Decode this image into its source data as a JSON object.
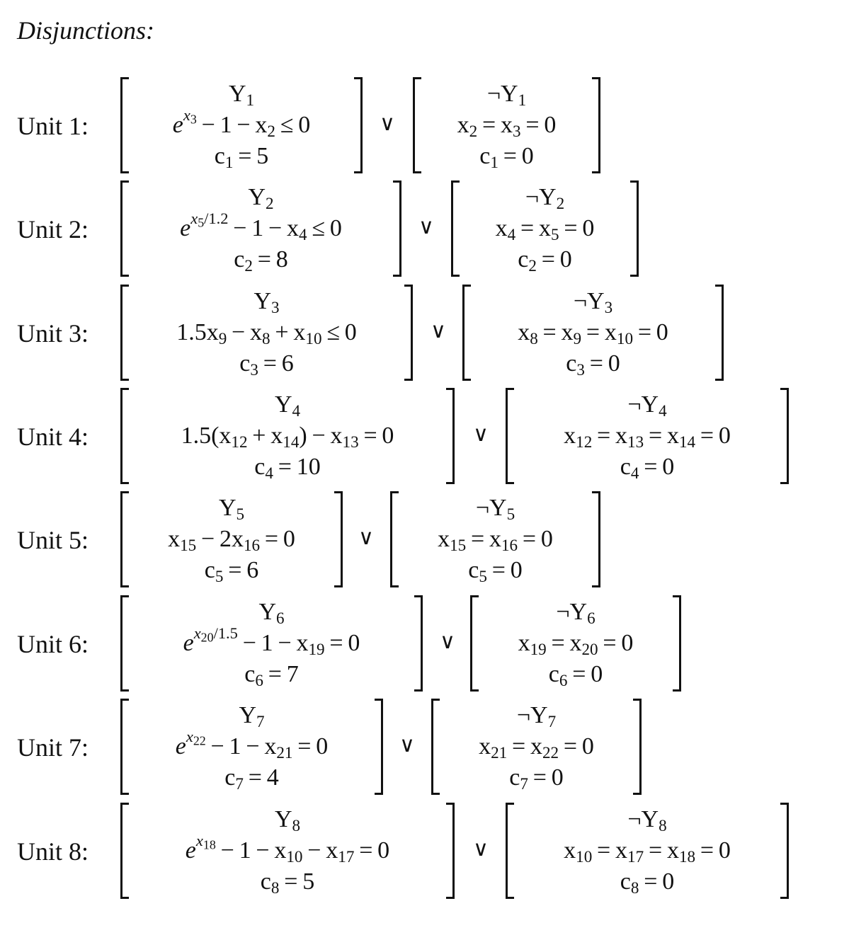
{
  "title": "Disjunctions:",
  "units": [
    {
      "label": "Unit 1:",
      "true_branch": {
        "indicator": "Y1",
        "constraint": "e^{x3} − 1 − x2 ≤ 0",
        "cost": "c1 = 5"
      },
      "false_branch": {
        "indicator": "¬Y1",
        "constraint": "x2 = x3 = 0",
        "cost": "c1 = 0"
      },
      "operator": "∨"
    },
    {
      "label": "Unit 2:",
      "true_branch": {
        "indicator": "Y2",
        "constraint": "e^{x5/1.2} − 1 − x4 ≤ 0",
        "cost": "c2 = 8"
      },
      "false_branch": {
        "indicator": "¬Y2",
        "constraint": "x4 = x5 = 0",
        "cost": "c2 = 0"
      },
      "operator": "∨"
    },
    {
      "label": "Unit 3:",
      "true_branch": {
        "indicator": "Y3",
        "constraint": "1.5x9 − x8 + x10 ≤ 0",
        "cost": "c3 = 6"
      },
      "false_branch": {
        "indicator": "¬Y3",
        "constraint": "x8 = x9 = x10 = 0",
        "cost": "c3 = 0"
      },
      "operator": "∨"
    },
    {
      "label": "Unit 4:",
      "true_branch": {
        "indicator": "Y4",
        "constraint": "1.5(x12 + x14) − x13 = 0",
        "cost": "c4 = 10"
      },
      "false_branch": {
        "indicator": "¬Y4",
        "constraint": "x12 = x13 = x14 = 0",
        "cost": "c4 = 0"
      },
      "operator": "∨"
    },
    {
      "label": "Unit 5:",
      "true_branch": {
        "indicator": "Y5",
        "constraint": "x15 − 2x16 = 0",
        "cost": "c5 = 6"
      },
      "false_branch": {
        "indicator": "¬Y5",
        "constraint": "x15 = x16 = 0",
        "cost": "c5 = 0"
      },
      "operator": "∨"
    },
    {
      "label": "Unit 6:",
      "true_branch": {
        "indicator": "Y6",
        "constraint": "e^{x20/1.5} − 1 − x19 = 0",
        "cost": "c6 = 7"
      },
      "false_branch": {
        "indicator": "¬Y6",
        "constraint": "x19 = x20 = 0",
        "cost": "c6 = 0"
      },
      "operator": "∨"
    },
    {
      "label": "Unit 7:",
      "true_branch": {
        "indicator": "Y7",
        "constraint": "e^{x22} − 1 − x21 = 0",
        "cost": "c7 = 4"
      },
      "false_branch": {
        "indicator": "¬Y7",
        "constraint": "x21 = x22 = 0",
        "cost": "c7 = 0"
      },
      "operator": "∨"
    },
    {
      "label": "Unit 8:",
      "true_branch": {
        "indicator": "Y8",
        "constraint": "e^{x18} − 1 − x10 − x17 = 0",
        "cost": "c8 = 5"
      },
      "false_branch": {
        "indicator": "¬Y8",
        "constraint": "x10 = x17 = x18 = 0",
        "cost": "c8 = 0"
      },
      "operator": "∨"
    }
  ]
}
